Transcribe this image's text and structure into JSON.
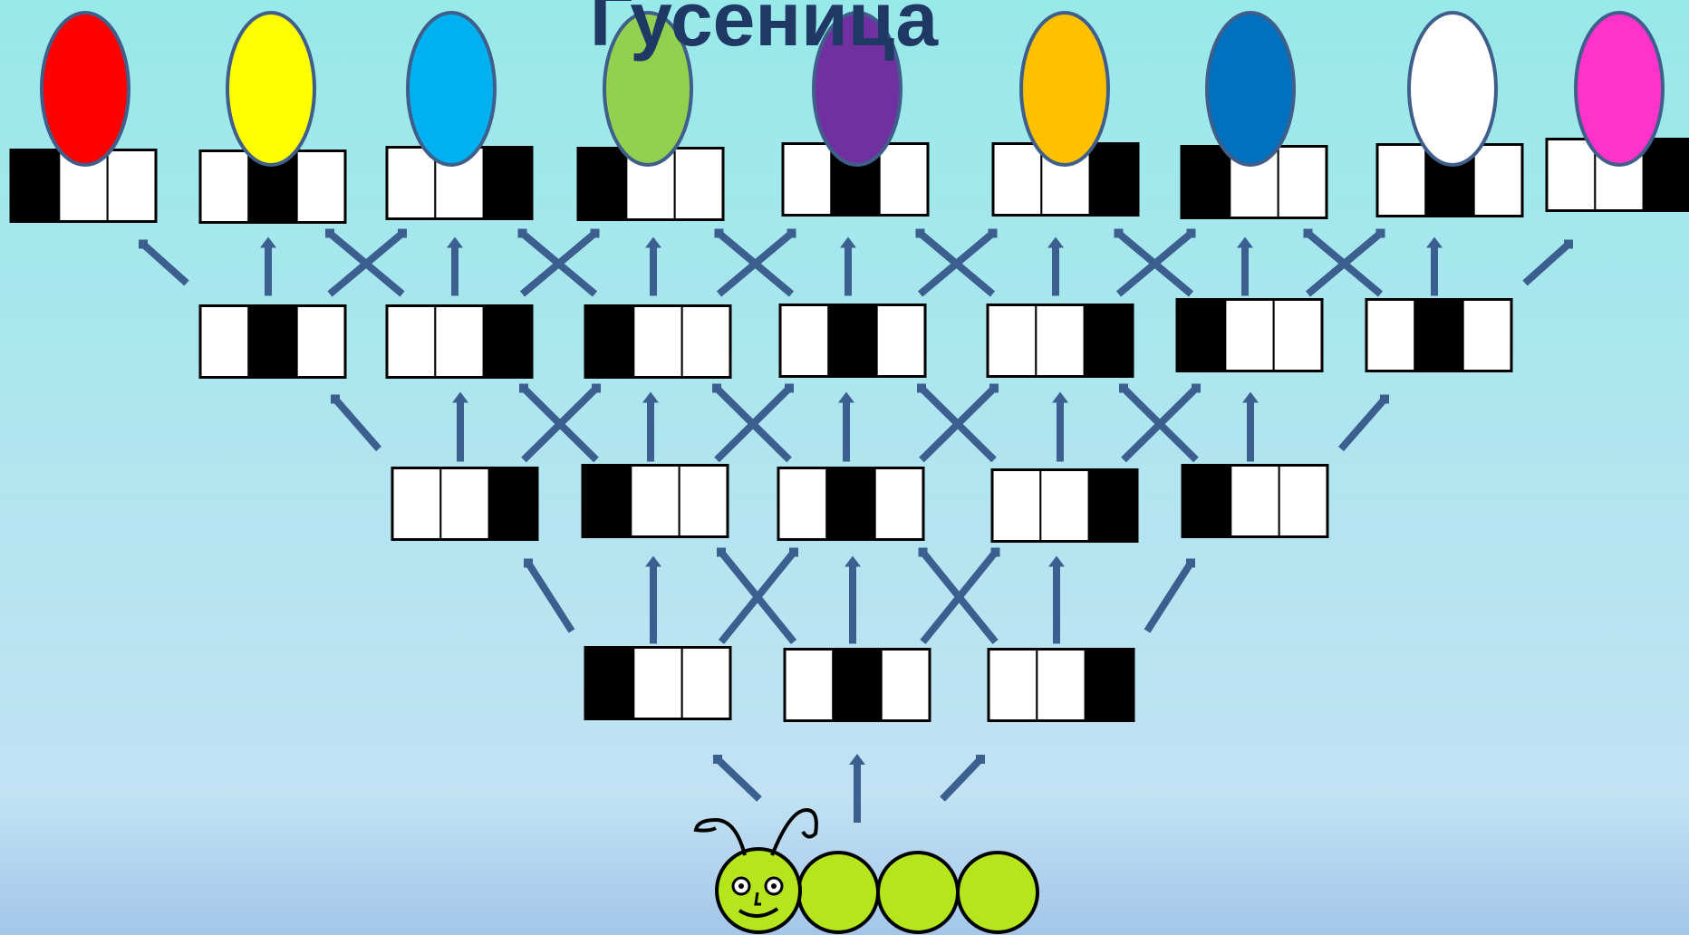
{
  "title": "Гусеница",
  "colors": {
    "arrow": "#3b6090",
    "bg_top": "#98e4ec",
    "bg_bottom": "#a6c9ea",
    "title": "#1f3864",
    "cell_fill": "#000000",
    "cell_empty": "#ffffff",
    "outline": "#3f5f8a",
    "caterpillar_body": "#b5e61d"
  },
  "top_row": {
    "ovals": [
      {
        "name": "red",
        "color": "#ff0000",
        "pattern": [
          1,
          0,
          0
        ]
      },
      {
        "name": "yellow",
        "color": "#ffff00",
        "pattern": [
          0,
          1,
          0
        ]
      },
      {
        "name": "light-blue",
        "color": "#00b0f0",
        "pattern": [
          0,
          0,
          1
        ]
      },
      {
        "name": "green",
        "color": "#92d050",
        "pattern": [
          1,
          0,
          0
        ]
      },
      {
        "name": "purple",
        "color": "#7030a0",
        "pattern": [
          0,
          1,
          0
        ]
      },
      {
        "name": "orange",
        "color": "#ffc000",
        "pattern": [
          0,
          0,
          1
        ]
      },
      {
        "name": "blue",
        "color": "#0070c0",
        "pattern": [
          1,
          0,
          0
        ]
      },
      {
        "name": "white",
        "color": "#ffffff",
        "pattern": [
          0,
          1,
          0
        ]
      },
      {
        "name": "pink",
        "color": "#ff33cc",
        "pattern": [
          0,
          0,
          1
        ]
      }
    ]
  },
  "rows": [
    {
      "patterns": [
        [
          0,
          1,
          0
        ],
        [
          0,
          0,
          1
        ],
        [
          1,
          0,
          0
        ],
        [
          0,
          1,
          0
        ],
        [
          0,
          0,
          1
        ],
        [
          1,
          0,
          0
        ],
        [
          0,
          1,
          0
        ]
      ]
    },
    {
      "patterns": [
        [
          0,
          0,
          1
        ],
        [
          1,
          0,
          0
        ],
        [
          0,
          1,
          0
        ],
        [
          0,
          0,
          1
        ],
        [
          1,
          0,
          0
        ]
      ]
    },
    {
      "patterns": [
        [
          1,
          0,
          0
        ],
        [
          0,
          1,
          0
        ],
        [
          0,
          0,
          1
        ]
      ]
    }
  ],
  "caterpillar": {
    "segments": 4
  }
}
